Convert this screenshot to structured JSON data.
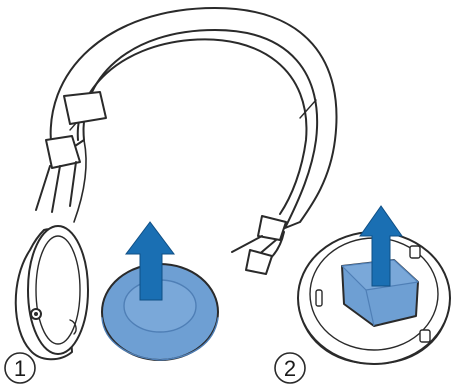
{
  "steps": [
    {
      "label": "1",
      "icon": "headphone-remove-ear-cushion"
    },
    {
      "label": "2",
      "icon": "ear-cup-remove-battery"
    }
  ],
  "colors": {
    "highlight": "#6e9fd3",
    "highlight_dark": "#4f7fb6",
    "arrow": "#1a6fb3",
    "outline": "#2a2a2a",
    "shell": "#ffffff"
  }
}
